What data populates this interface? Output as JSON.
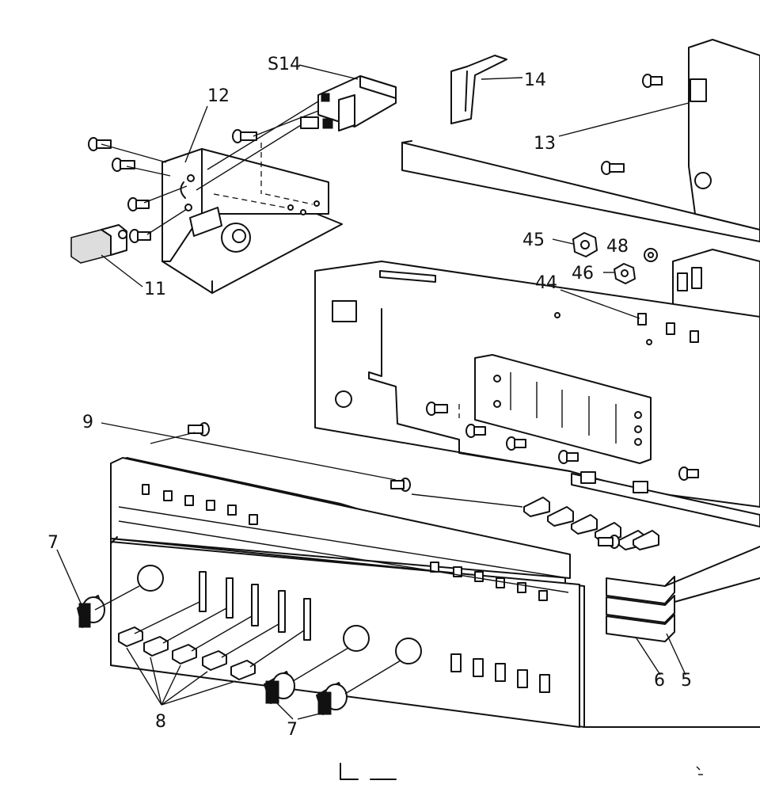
{
  "callouts": {
    "s14": "S14",
    "c12": "12",
    "c14": "14",
    "c13": "13",
    "c11": "11",
    "c45": "45",
    "c48": "48",
    "c46": "46",
    "c44": "44",
    "c9": "9",
    "c7_left": "7",
    "c7_bottom": "7",
    "c8": "8",
    "c6": "6",
    "c5": "5"
  }
}
